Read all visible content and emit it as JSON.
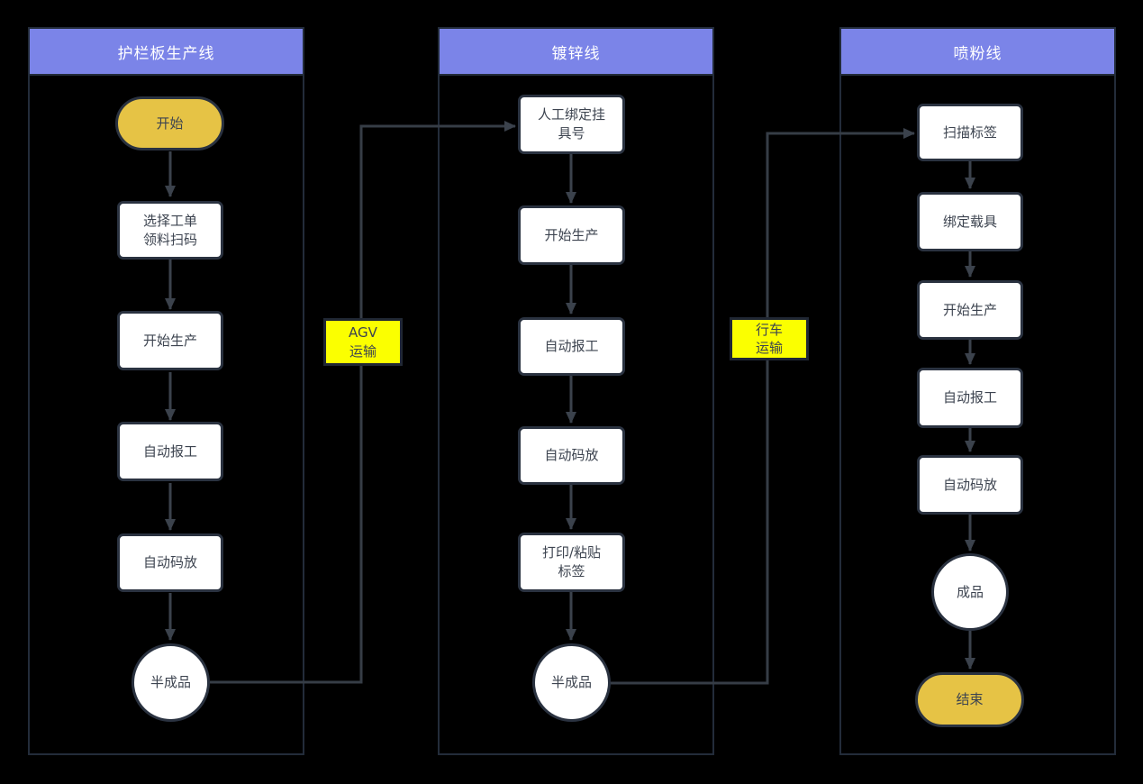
{
  "diagram": {
    "type": "flowchart",
    "colors": {
      "background": "#000000",
      "lane_border": "#232c3a",
      "lane_header_fill": "#7b84e8",
      "lane_header_text": "#ffffff",
      "process_fill": "#ffffff",
      "process_border": "#2a3240",
      "terminal_fill": "#e6c345",
      "transport_label_fill": "#fbff00",
      "edge_color": "#3b424c",
      "node_text": "#3d4450"
    },
    "lanes": [
      {
        "title": "护栏板生产线",
        "nodes": [
          {
            "kind": "start",
            "label": "开始"
          },
          {
            "kind": "process",
            "label": "选择工单\n领料扫码"
          },
          {
            "kind": "process",
            "label": "开始生产"
          },
          {
            "kind": "process",
            "label": "自动报工"
          },
          {
            "kind": "process",
            "label": "自动码放"
          },
          {
            "kind": "circle",
            "label": "半成品"
          }
        ]
      },
      {
        "title": "镀锌线",
        "nodes": [
          {
            "kind": "process",
            "label": "人工绑定挂\n具号"
          },
          {
            "kind": "process",
            "label": "开始生产"
          },
          {
            "kind": "process",
            "label": "自动报工"
          },
          {
            "kind": "process",
            "label": "自动码放"
          },
          {
            "kind": "process",
            "label": "打印/粘贴\n标签"
          },
          {
            "kind": "circle",
            "label": "半成品"
          }
        ]
      },
      {
        "title": "喷粉线",
        "nodes": [
          {
            "kind": "process",
            "label": "扫描标签"
          },
          {
            "kind": "process",
            "label": "绑定载具"
          },
          {
            "kind": "process",
            "label": "开始生产"
          },
          {
            "kind": "process",
            "label": "自动报工"
          },
          {
            "kind": "process",
            "label": "自动码放"
          },
          {
            "kind": "circle",
            "label": "成品"
          },
          {
            "kind": "end",
            "label": "结束"
          }
        ]
      }
    ],
    "transport_labels": [
      {
        "label": "AGV\n运输"
      },
      {
        "label": "行车\n运输"
      }
    ]
  }
}
